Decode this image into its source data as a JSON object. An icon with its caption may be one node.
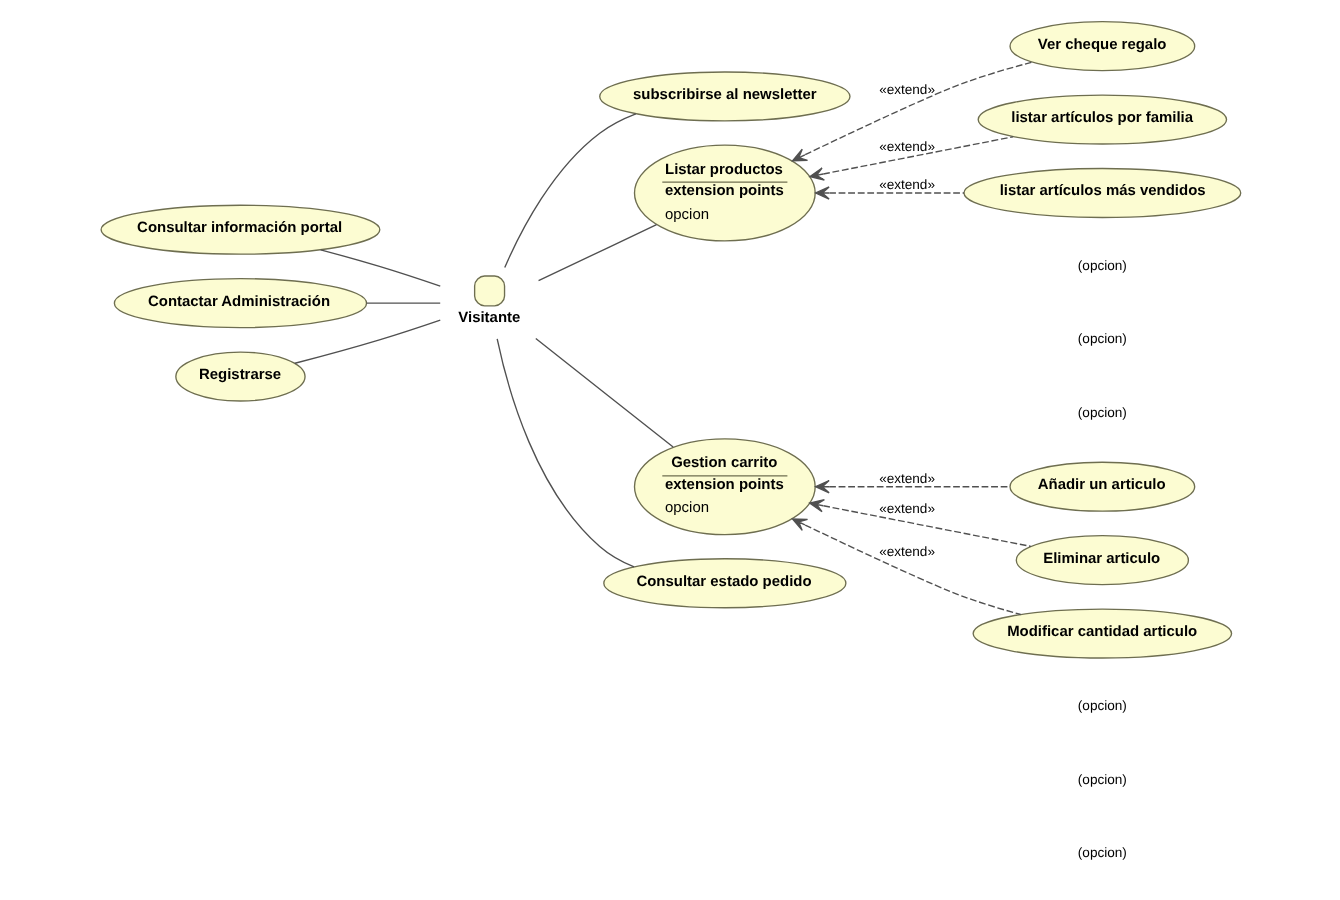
{
  "diagram": {
    "nodes": [
      {
        "text": [
          "Visitante"
        ]
      },
      {
        "text": [
          "Ver cheque regalo"
        ]
      },
      {
        "text": [
          "listar artículos por familia"
        ]
      },
      {
        "text": [
          "subscribirse al newsletter"
        ]
      },
      {
        "text": [
          "Listar productos",
          "extension points",
          "opcion"
        ]
      },
      {
        "text": [
          "listar artículos más vendidos"
        ]
      },
      {
        "text": [
          "Consultar información portal"
        ]
      },
      {
        "text": [
          "Añadir un articulo"
        ]
      },
      {
        "text": [
          "Gestion carrito",
          "extension points",
          "opcion"
        ]
      },
      {
        "text": [
          "Contactar Administración"
        ]
      },
      {
        "text": [
          "Eliminar articulo"
        ]
      },
      {
        "text": [
          "Registrarse"
        ]
      },
      {
        "text": [
          "Consultar estado pedido"
        ]
      },
      {
        "text": [
          "Modificar cantidad articulo"
        ]
      }
    ],
    "edges": [
      {
        "from": 0,
        "to": 3,
        "arrow": "none"
      },
      {
        "from": 0,
        "to": 4,
        "arrow": "none"
      },
      {
        "from": 6,
        "to": 0,
        "arrow": "none"
      },
      {
        "from": 9,
        "to": 0,
        "arrow": "none"
      },
      {
        "from": 0,
        "to": 8,
        "arrow": "none"
      },
      {
        "from": 11,
        "to": 0,
        "arrow": "none"
      },
      {
        "from": 0,
        "to": 12,
        "arrow": "none"
      },
      {
        "from": 1,
        "to": 4,
        "arrow": "to",
        "label": "«extend»",
        "style": "dashed"
      },
      {
        "from": 2,
        "to": 4,
        "arrow": "to",
        "label": "«extend»",
        "style": "dashed"
      },
      {
        "from": 5,
        "to": 4,
        "arrow": "to",
        "label": "«extend»",
        "style": "dashed"
      },
      {
        "from": 7,
        "to": 8,
        "arrow": "to",
        "label": "«extend»",
        "style": "dashed"
      },
      {
        "from": 10,
        "to": 8,
        "arrow": "to",
        "label": "«extend»",
        "style": "dashed"
      },
      {
        "from": 13,
        "to": 8,
        "arrow": "to",
        "label": "«extend»",
        "style": "dashed"
      }
    ],
    "labels": [
      "(opcion)",
      "(opcion)",
      "(opcion)",
      "(opcion)",
      "(opcion)",
      "(opcion)"
    ]
  }
}
